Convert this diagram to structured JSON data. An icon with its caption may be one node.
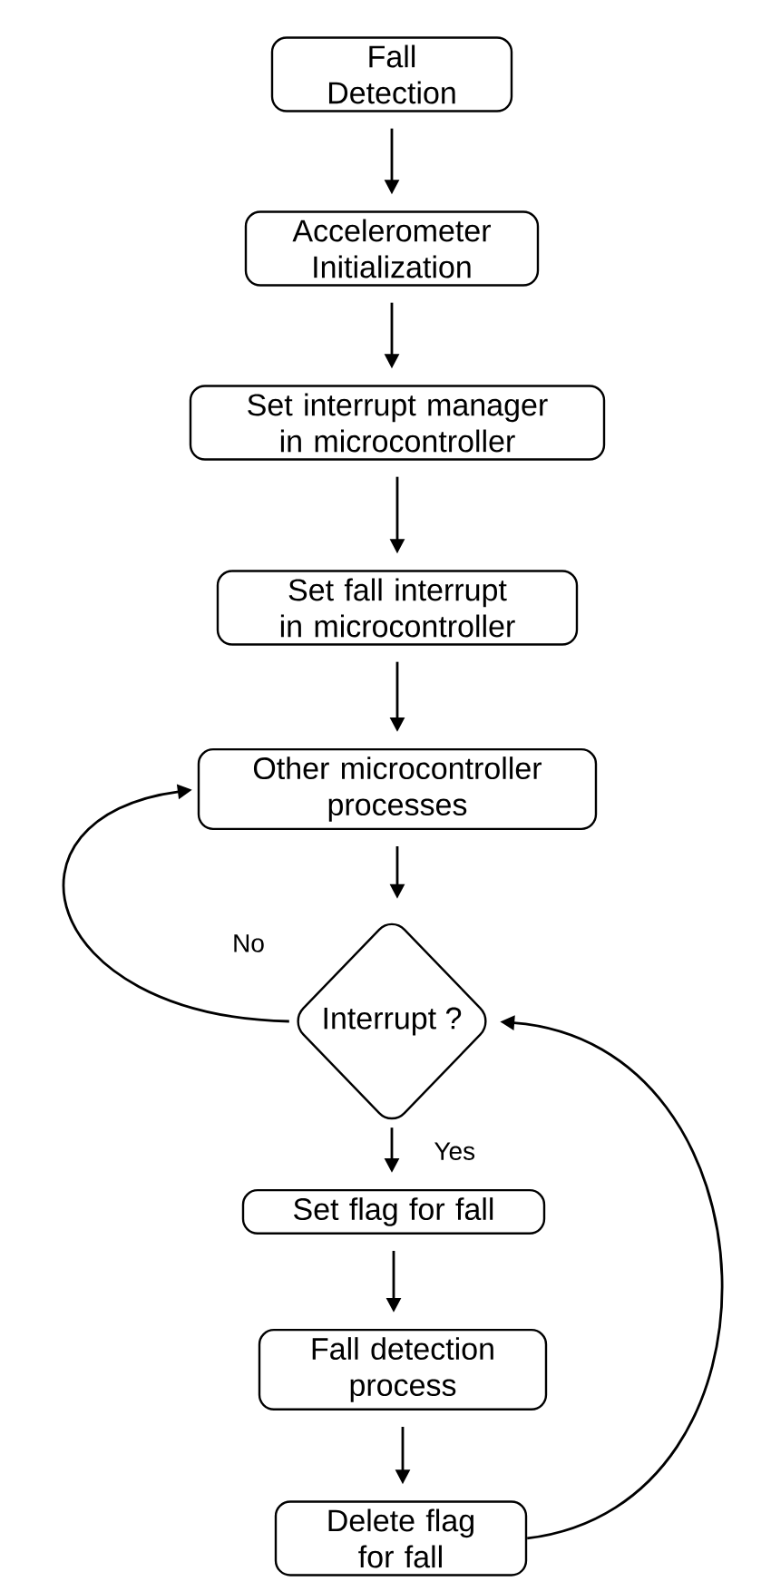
{
  "diagram": {
    "nodes": [
      {
        "text": [
          "Fall Detection"
        ]
      },
      {
        "text": [
          "Accelerometer Initialization"
        ]
      },
      {
        "text": [
          "Set interrupt manager in microcontroller"
        ]
      },
      {
        "text": [
          "Set fall interrupt in microcontroller"
        ]
      },
      {
        "text": [
          "Other microcontroller processes"
        ]
      },
      {
        "text": [
          "Interrupt ?"
        ]
      },
      {
        "text": [
          "Set flag for fall"
        ]
      },
      {
        "text": [
          "Fall detection process"
        ]
      },
      {
        "text": [
          "Delete flag for fall"
        ]
      }
    ],
    "edges": [
      {
        "from": 0,
        "to": 1,
        "arrow": "to"
      },
      {
        "from": 1,
        "to": 2,
        "arrow": "to"
      },
      {
        "from": 2,
        "to": 3,
        "arrow": "to"
      },
      {
        "from": 3,
        "to": 4,
        "arrow": "to"
      },
      {
        "from": 4,
        "to": 5,
        "arrow": "to"
      },
      {
        "from": 5,
        "to": 6,
        "arrow": "to",
        "label": "Yes"
      },
      {
        "from": 6,
        "to": 7,
        "arrow": "to"
      },
      {
        "from": 7,
        "to": 8,
        "arrow": "to"
      },
      {
        "from": 5,
        "to": 4,
        "arrow": "to",
        "label": "No"
      },
      {
        "from": 8,
        "to": 5,
        "arrow": "to"
      }
    ]
  }
}
